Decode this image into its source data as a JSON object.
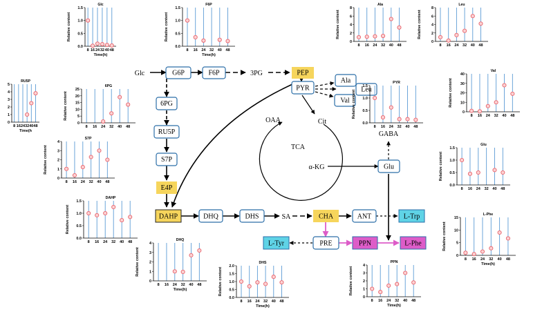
{
  "colors": {
    "node_fill": "#ffffff",
    "node_stroke": "#2b6ea8",
    "highlight_yellow": "#f6d55c",
    "highlight_pink": "#dd5cc8",
    "highlight_cyan": "#5fd3e6",
    "pink_arrow": "#dd5cc8",
    "grid_blue": "#5b9bd5",
    "marker_red": "#e8606a",
    "marker_fill": "#fbd3d3"
  },
  "nodes": {
    "g6p": "G6P",
    "f6p": "F6P",
    "pep": "PEP",
    "pgd": "6PG",
    "ru5p": "RU5P",
    "s7p": "S7P",
    "e4p": "E4P",
    "dahp": "DAHP",
    "dhq": "DHQ",
    "dhs": "DHS",
    "cha": "CHA",
    "ant": "ANT",
    "ltrp": "L-Trp",
    "ltyr": "L-Tyr",
    "pre": "PRE",
    "ppn": "PPN",
    "lphe": "L-Phe",
    "pyr": "PYR",
    "glu": "Glu",
    "ala": "Ala",
    "leu": "Leu",
    "val": "Val"
  },
  "labels": {
    "glc": "Glc",
    "pg3": "3PG",
    "sa": "SA",
    "oaa": "OAA",
    "cit": "Cit",
    "tca": "TCA",
    "akg": "α-KG",
    "gaba": "GABA"
  },
  "chart_data": [
    {
      "type": "scatter",
      "title": "Glc",
      "x": [
        "8",
        "16",
        "24",
        "32",
        "40",
        "48"
      ],
      "y": [
        1.0,
        0.02,
        0.1,
        0.08,
        0.05,
        0.03
      ],
      "ylim": [
        0,
        1.5
      ],
      "yticks": [
        "0.0",
        "0.5",
        "1.0",
        "1.5"
      ],
      "xlabel": "Time(h)",
      "ylabel": "Relative content",
      "grid": true
    },
    {
      "type": "scatter",
      "title": "F6P",
      "x": [
        "8",
        "16",
        "24",
        "32",
        "40",
        "48"
      ],
      "y": [
        1.0,
        0.35,
        0.22,
        null,
        0.25,
        0.2
      ],
      "ylim": [
        0,
        1.5
      ],
      "yticks": [
        "0.0",
        "0.5",
        "1.0",
        "1.5"
      ],
      "xlabel": "Time(h)",
      "ylabel": "Relative content",
      "grid": true
    },
    {
      "type": "scatter",
      "title": "Ala",
      "x": [
        "8",
        "16",
        "24",
        "32",
        "40",
        "48"
      ],
      "y": [
        1.0,
        1.1,
        1.2,
        1.3,
        5.3,
        3.3
      ],
      "ylim": [
        0,
        8
      ],
      "yticks": [
        "0",
        "2",
        "4",
        "6",
        "8"
      ],
      "xlabel": "",
      "ylabel": "Relative content",
      "grid": true
    },
    {
      "type": "scatter",
      "title": "Leu",
      "x": [
        "8",
        "16",
        "24",
        "32",
        "40",
        "48"
      ],
      "y": [
        1.0,
        0.2,
        1.5,
        2.5,
        6.0,
        4.2
      ],
      "ylim": [
        0,
        8
      ],
      "yticks": [
        "0",
        "2",
        "4",
        "6",
        "8"
      ],
      "xlabel": "",
      "ylabel": "Relative content",
      "grid": true
    },
    {
      "type": "scatter",
      "title": "RU5P",
      "x": [
        "8",
        "16",
        "24",
        "32",
        "40",
        "48"
      ],
      "y": [
        null,
        null,
        null,
        1.0,
        2.5,
        3.8
      ],
      "ylim": [
        0,
        5
      ],
      "yticks": [
        "0",
        "1",
        "2",
        "3",
        "4",
        "5"
      ],
      "xlabel": "Time(h",
      "ylabel": "Relative content",
      "grid": true
    },
    {
      "type": "scatter",
      "title": "6PG",
      "x": [
        "8",
        "16",
        "24",
        "32",
        "40",
        "48"
      ],
      "y": [
        null,
        null,
        1.0,
        7.0,
        19.0,
        13.5
      ],
      "ylim": [
        0,
        25
      ],
      "yticks": [
        "0",
        "5",
        "10",
        "15",
        "20",
        "25"
      ],
      "xlabel": "",
      "ylabel": "Relative content",
      "grid": true
    },
    {
      "type": "scatter",
      "title": "PYR",
      "x": [
        "8",
        "16",
        "24",
        "32",
        "40",
        "48"
      ],
      "y": [
        1.0,
        0.22,
        0.62,
        0.15,
        0.15,
        0.12
      ],
      "ylim": [
        0,
        1.5
      ],
      "yticks": [
        "0.0",
        "0.5",
        "1.0",
        "1.5"
      ],
      "xlabel": "",
      "ylabel": "Relative content",
      "grid": true
    },
    {
      "type": "scatter",
      "title": "Val",
      "x": [
        "8",
        "16",
        "24",
        "32",
        "40",
        "48"
      ],
      "y": [
        1.0,
        0.5,
        6.0,
        10.0,
        28.0,
        19.0
      ],
      "ylim": [
        0,
        40
      ],
      "yticks": [
        "0",
        "10",
        "20",
        "30",
        "40"
      ],
      "xlabel": "",
      "ylabel": "Relative content",
      "grid": true
    },
    {
      "type": "scatter",
      "title": "S7P",
      "x": [
        "8",
        "16",
        "24",
        "32",
        "40",
        "48"
      ],
      "y": [
        1.0,
        0.3,
        1.2,
        2.3,
        3.0,
        2.0
      ],
      "ylim": [
        0,
        4
      ],
      "yticks": [
        "0",
        "1",
        "2",
        "3",
        "4"
      ],
      "xlabel": "",
      "ylabel": "Relative content",
      "grid": true
    },
    {
      "type": "scatter",
      "title": "Glu",
      "x": [
        "8",
        "16",
        "24",
        "32",
        "40",
        "48"
      ],
      "y": [
        1.0,
        0.45,
        0.5,
        null,
        0.6,
        0.5
      ],
      "ylim": [
        0,
        1.5
      ],
      "yticks": [
        "0.0",
        "0.5",
        "1.0",
        "1.5"
      ],
      "xlabel": "",
      "ylabel": "Relative content",
      "grid": true
    },
    {
      "type": "scatter",
      "title": "DAHP",
      "x": [
        "8",
        "16",
        "24",
        "32",
        "40",
        "48"
      ],
      "y": [
        1.0,
        0.92,
        1.0,
        1.25,
        0.72,
        0.85
      ],
      "ylim": [
        0,
        1.5
      ],
      "yticks": [
        "0.0",
        "0.5",
        "1.0",
        "1.5"
      ],
      "xlabel": "",
      "ylabel": "Relative content",
      "grid": true
    },
    {
      "type": "scatter",
      "title": "L-Phe",
      "x": [
        "8",
        "16",
        "24",
        "32",
        "40",
        "48"
      ],
      "y": [
        1.0,
        0.5,
        1.5,
        2.8,
        9.0,
        6.7
      ],
      "ylim": [
        0,
        15
      ],
      "yticks": [
        "0",
        "5",
        "10",
        "15"
      ],
      "xlabel": "Time(h)",
      "ylabel": "Relative content",
      "grid": true
    },
    {
      "type": "scatter",
      "title": "DHQ",
      "x": [
        "8",
        "16",
        "24",
        "32",
        "40",
        "48"
      ],
      "y": [
        null,
        null,
        1.0,
        0.95,
        2.7,
        3.2
      ],
      "ylim": [
        0,
        4
      ],
      "yticks": [
        "0",
        "1",
        "2",
        "3",
        "4"
      ],
      "xlabel": "Time(h)",
      "ylabel": "Relative content",
      "grid": true
    },
    {
      "type": "scatter",
      "title": "DHS",
      "x": [
        "8",
        "16",
        "24",
        "32",
        "40",
        "48"
      ],
      "y": [
        1.0,
        0.7,
        0.95,
        0.85,
        1.3,
        0.95
      ],
      "ylim": [
        0,
        2.0
      ],
      "yticks": [
        "0.0",
        "0.5",
        "1.0",
        "1.5",
        "2.0"
      ],
      "xlabel": "Time(h)",
      "ylabel": "Relative content",
      "grid": true
    },
    {
      "type": "scatter",
      "title": "PPN",
      "x": [
        "8",
        "16",
        "24",
        "32",
        "40",
        "48"
      ],
      "y": [
        1.0,
        0.6,
        1.4,
        1.6,
        3.0,
        1.8
      ],
      "ylim": [
        0,
        4
      ],
      "yticks": [
        "0",
        "1",
        "2",
        "3",
        "4"
      ],
      "xlabel": "Time(h)",
      "ylabel": "Relative content",
      "grid": true
    }
  ]
}
